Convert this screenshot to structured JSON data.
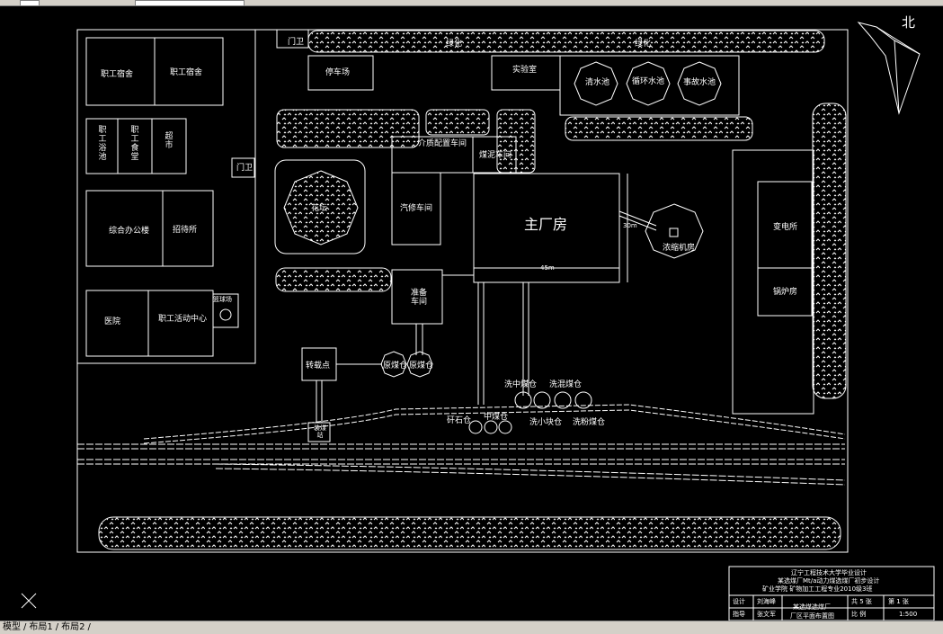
{
  "north_label": "北",
  "main_plant": "主厂房",
  "dim_width": "45m",
  "dim_height": "30m",
  "buildings": {
    "staff_dorm_1": "职工宿舍",
    "staff_dorm_2": "职工宿舍",
    "staff_bath": "职工浴池",
    "staff_canteen": "职工食堂",
    "supermarket": "超市",
    "gate_left": "门卫",
    "gate_top": "门卫",
    "office": "综合办公楼",
    "guesthouse": "招待所",
    "hospital": "医院",
    "activity_center": "职工活动中心",
    "ball_court": "篮球场",
    "parking": "停车场",
    "lab": "实验室",
    "clear_pool": "清水池",
    "circ_pool": "循环水池",
    "accident_pool": "事故水池",
    "medium_workshop": "介质配置车间",
    "slime_workshop": "煤泥车间",
    "garage": "汽修车间",
    "flowerbed": "花坛",
    "thickener": "浓缩机房",
    "substation": "变电所",
    "boiler": "锅炉房",
    "prep_workshop": "准备车间",
    "transfer": "转载点",
    "raw_bin_1": "原煤仓",
    "raw_bin_2": "原煤仓",
    "wash_mid_bin": "洗中煤仓",
    "clean_bin": "洗混煤仓",
    "gangue_bin": "矸石仓",
    "mid_bin": "中煤仓",
    "small_bin": "洗小块仓",
    "powder_bin": "洗粉煤仓",
    "loading": "装煤站",
    "green_1": "绿化",
    "green_2": "绿化"
  },
  "title_block": {
    "line1": "辽宁工程技术大学毕业设计",
    "line2": "某选煤厂Mt/a动力煤选煤厂初步设计",
    "line3": "矿业学院  矿物加工工程专业2010级3班",
    "design_label": "设计",
    "design_name": "刘海峰",
    "guide_label": "指导",
    "guide_name": "张文军",
    "drawing_title_1": "某选煤选煤厂",
    "drawing_title_2": "厂区平面布置图",
    "sheets": "共 5 张",
    "sheet_no": "第 1 张",
    "scale_label": "比 例",
    "scale": "1:500"
  },
  "tabs": [
    "模型",
    "布局1",
    "布局2"
  ]
}
